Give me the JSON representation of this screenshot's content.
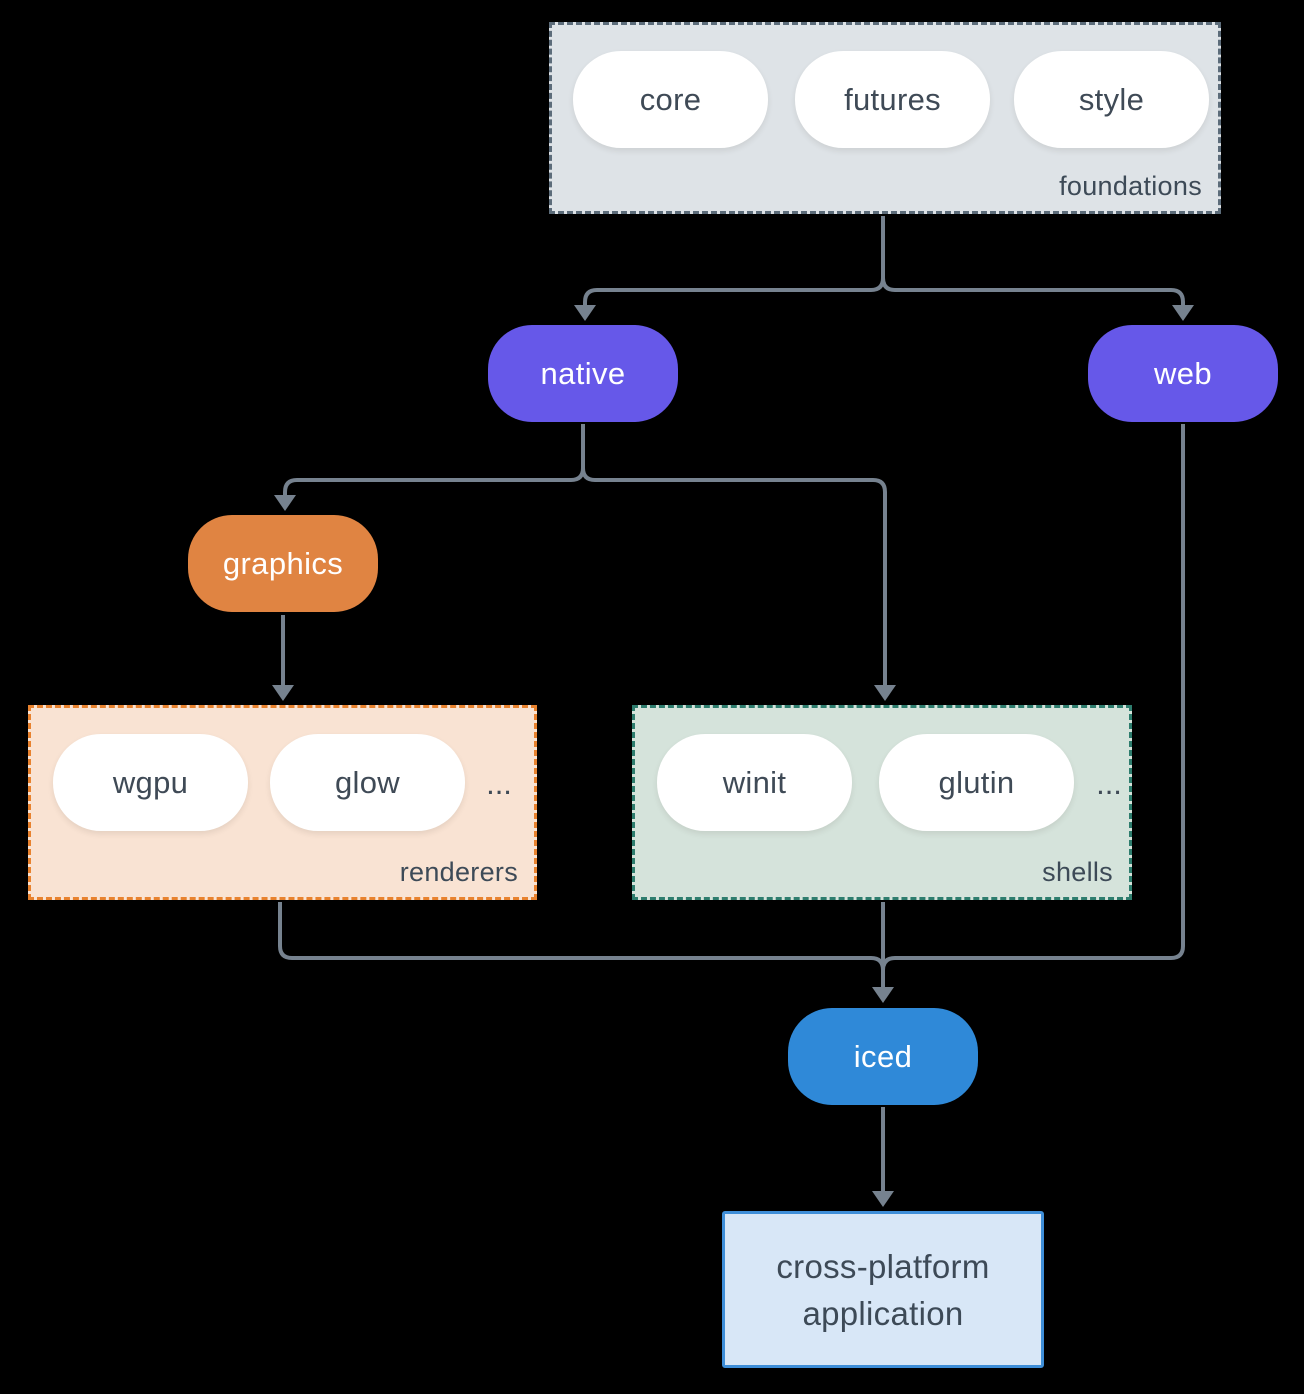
{
  "diagram": {
    "groups": {
      "foundations": {
        "label": "foundations",
        "items": [
          "core",
          "futures",
          "style"
        ]
      },
      "renderers": {
        "label": "renderers",
        "items": [
          "wgpu",
          "glow"
        ],
        "more": "..."
      },
      "shells": {
        "label": "shells",
        "items": [
          "winit",
          "glutin"
        ],
        "more": "..."
      }
    },
    "nodes": {
      "native": {
        "label": "native"
      },
      "web": {
        "label": "web"
      },
      "graphics": {
        "label": "graphics"
      },
      "iced": {
        "label": "iced"
      },
      "application": {
        "line1": "cross-platform",
        "line2": "application"
      }
    },
    "colors": {
      "background": "#000000",
      "connector": "#76828f",
      "platform_node": "#6658e9",
      "graphics_node": "#e08442",
      "iced_node": "#2f89d8",
      "foundations_fill": "#dee3e7",
      "foundations_border": "#5c6c7a",
      "renderers_fill": "#f9e3d3",
      "renderers_border": "#e8822e",
      "shells_fill": "#d5e3db",
      "shells_border": "#2e7d6e",
      "application_fill": "#d8e7f7",
      "application_border": "#3e8ed8",
      "dark_text": "#3f4a56"
    }
  }
}
